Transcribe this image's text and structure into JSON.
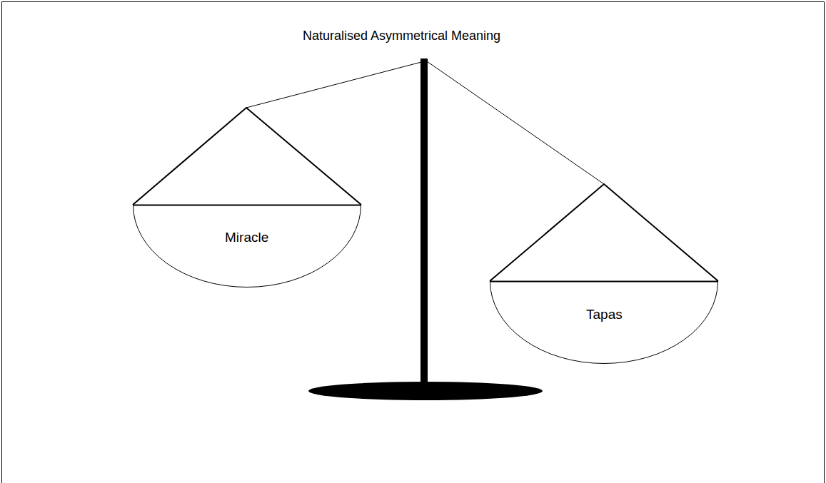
{
  "diagram": {
    "title": "Naturalised Asymmetrical Meaning",
    "nodes": [
      {
        "text": [
          "Miracle"
        ]
      },
      {
        "text": [
          "Tapas"
        ]
      }
    ]
  }
}
